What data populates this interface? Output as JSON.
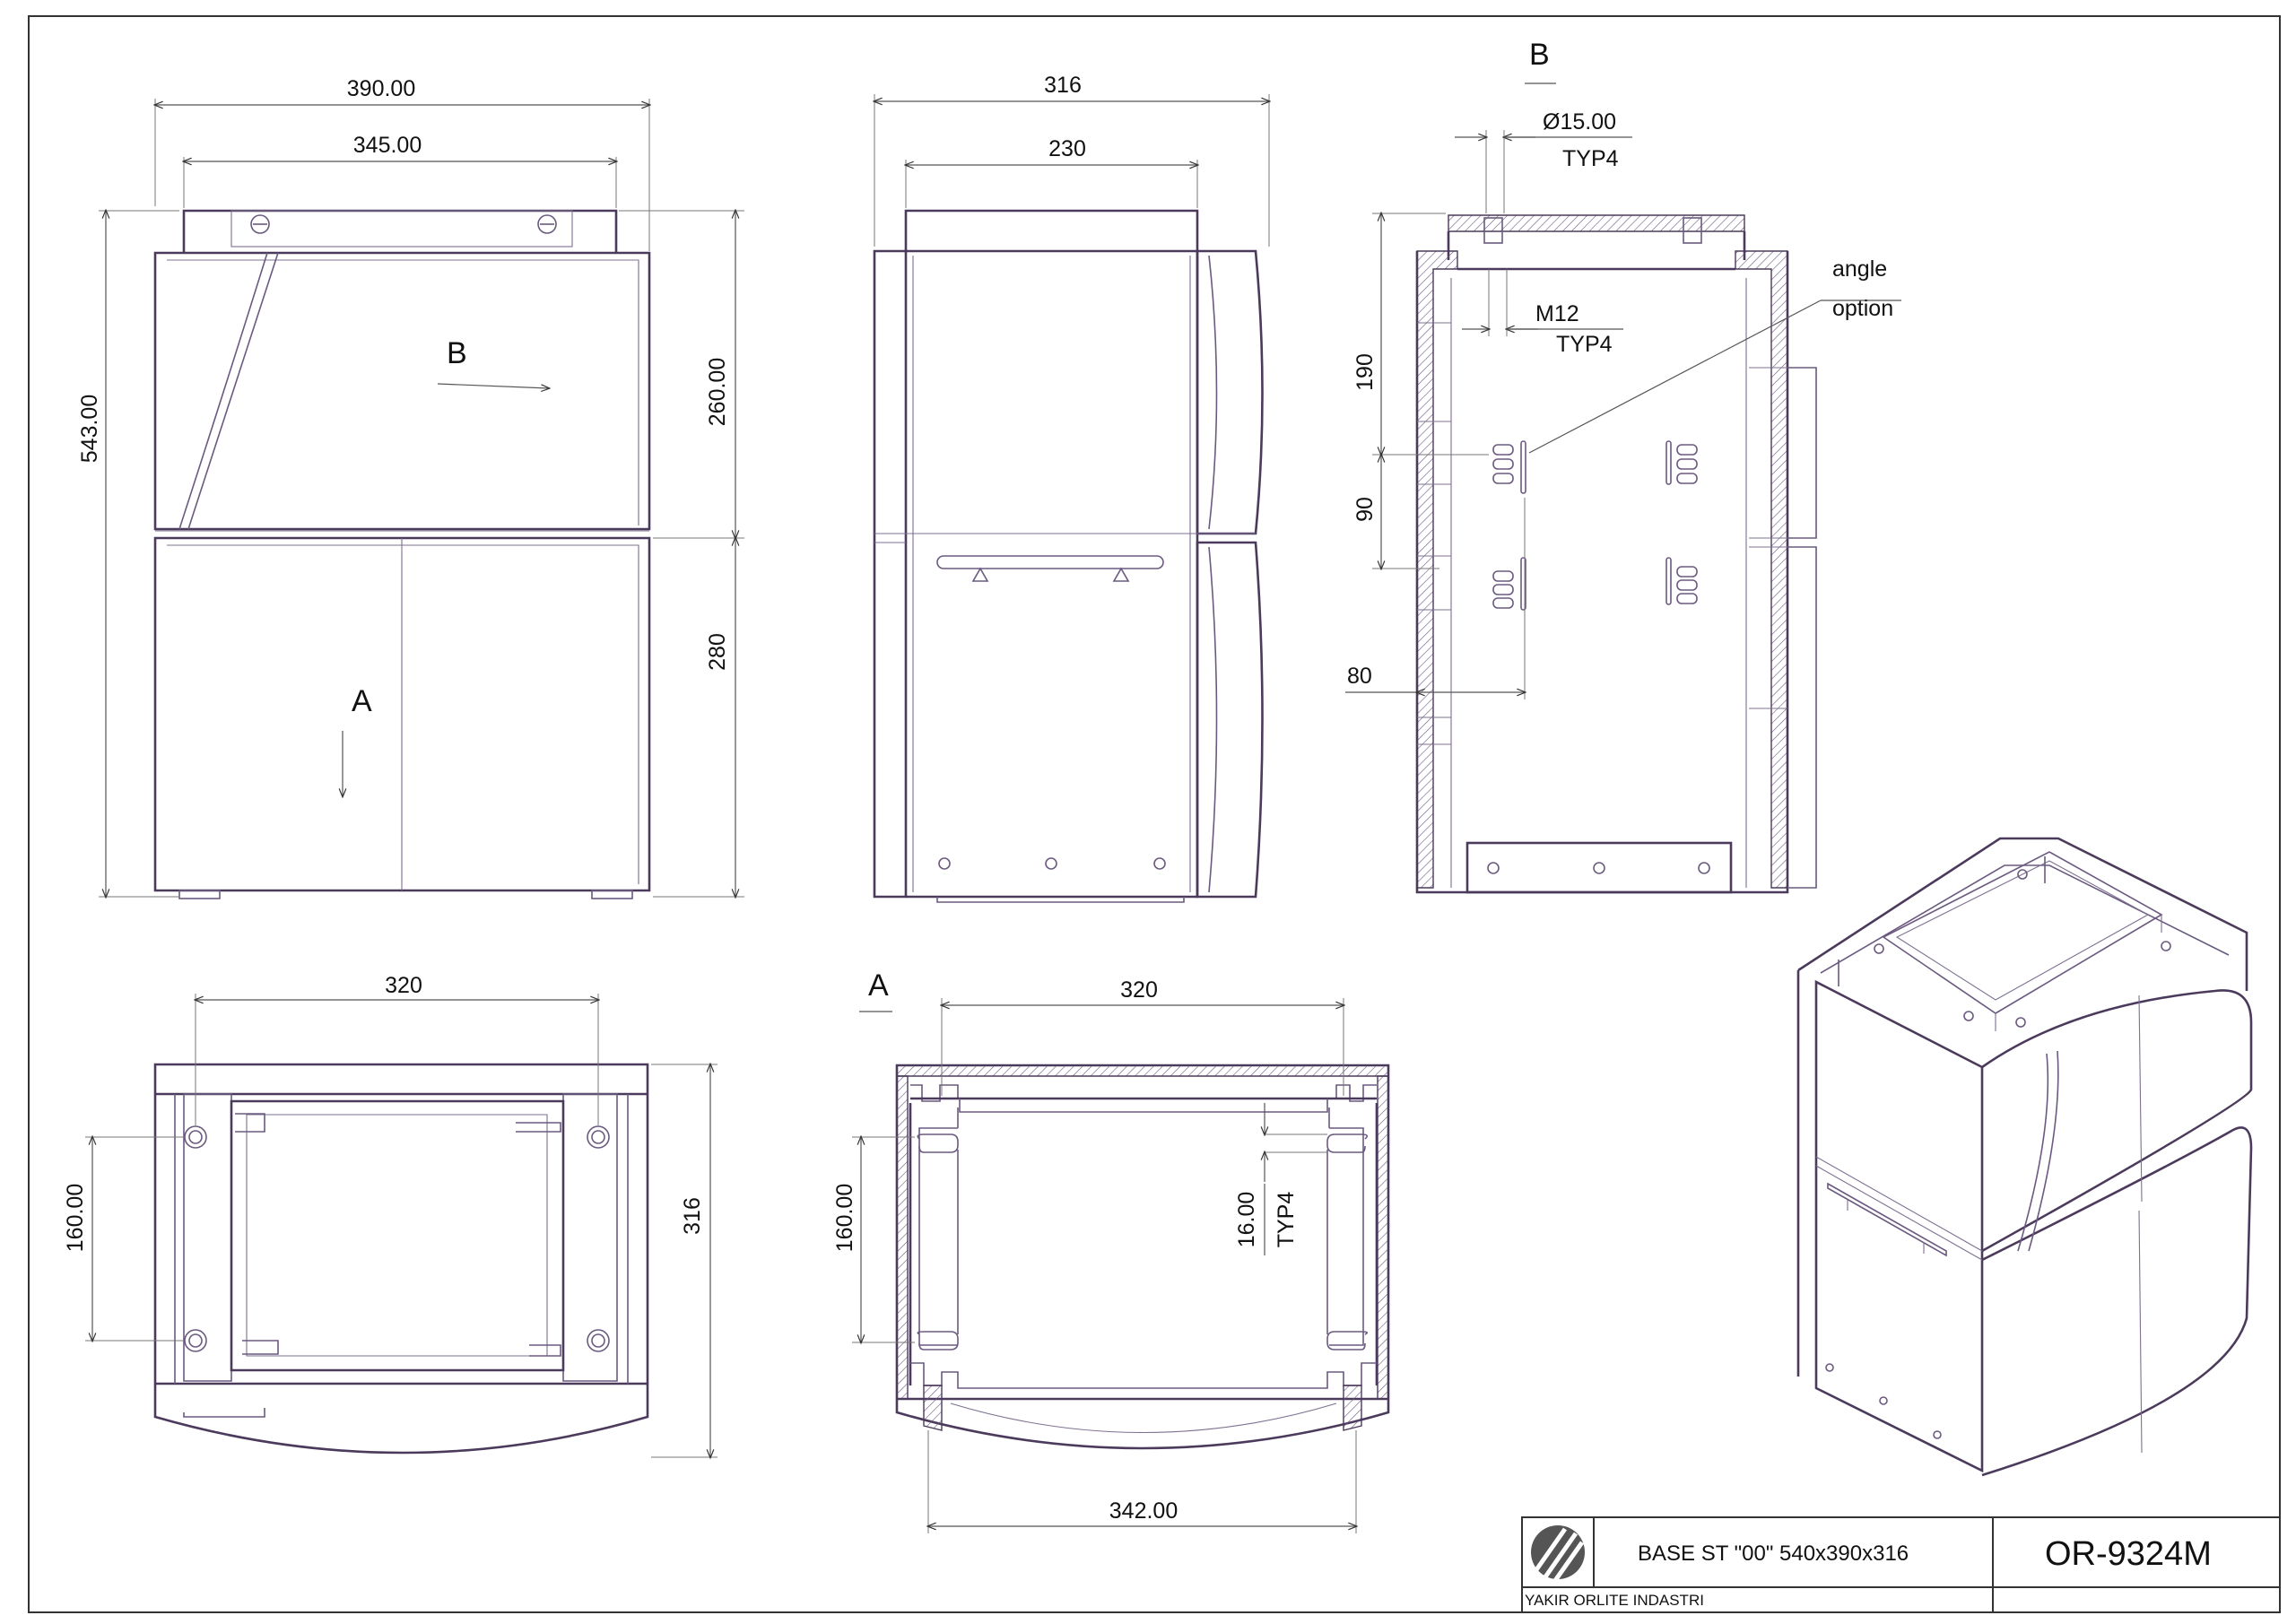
{
  "dims": {
    "front_w_outer": "390.00",
    "front_w_inner": "345.00",
    "front_h_total": "543.00",
    "front_h_upper": "260.00",
    "front_h_lower": "280",
    "side_w_outer": "316",
    "side_w_inner": "230",
    "section_hole_dia": "Ø15.00",
    "section_hole_typ": "TYP4",
    "section_thread": "M12",
    "section_thread_typ": "TYP4",
    "section_h1": "190",
    "section_h2": "90",
    "section_w": "80",
    "angle_note_1": "angle",
    "angle_note_2": "option",
    "bottom_w": "320",
    "bottom_spacing": "160.00",
    "bottom_depth": "316",
    "secA_w": "320",
    "secA_spacing": "160.00",
    "secA_slot": "16.00",
    "secA_slot_typ": "TYP4",
    "secA_base_w": "342.00"
  },
  "view_labels": {
    "section_b": "B",
    "section_a": "A",
    "arrow_b": "B",
    "arrow_a": "A"
  },
  "title_block": {
    "title": "BASE ST \"00\" 540x390x316",
    "part_number": "OR-9324M",
    "company": "YAKIR ORLITE INDASTRI"
  }
}
